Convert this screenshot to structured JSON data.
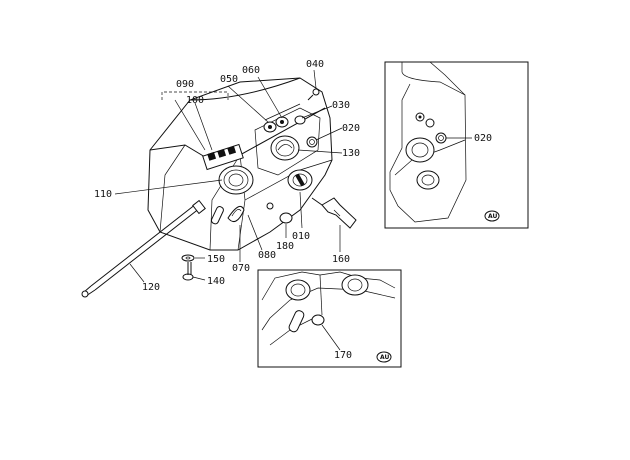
{
  "callouts": {
    "c010": "010",
    "c020": "020",
    "c020b": "020",
    "c030": "030",
    "c040": "040",
    "c050": "050",
    "c060": "060",
    "c070": "070",
    "c080": "080",
    "c090": "090",
    "c100": "100",
    "c110": "110",
    "c120": "120",
    "c130": "130",
    "c140": "140",
    "c150": "150",
    "c160": "160",
    "c170": "170",
    "c180": "180"
  },
  "badges": {
    "inset_top": "AU",
    "inset_bottom": "AU"
  }
}
